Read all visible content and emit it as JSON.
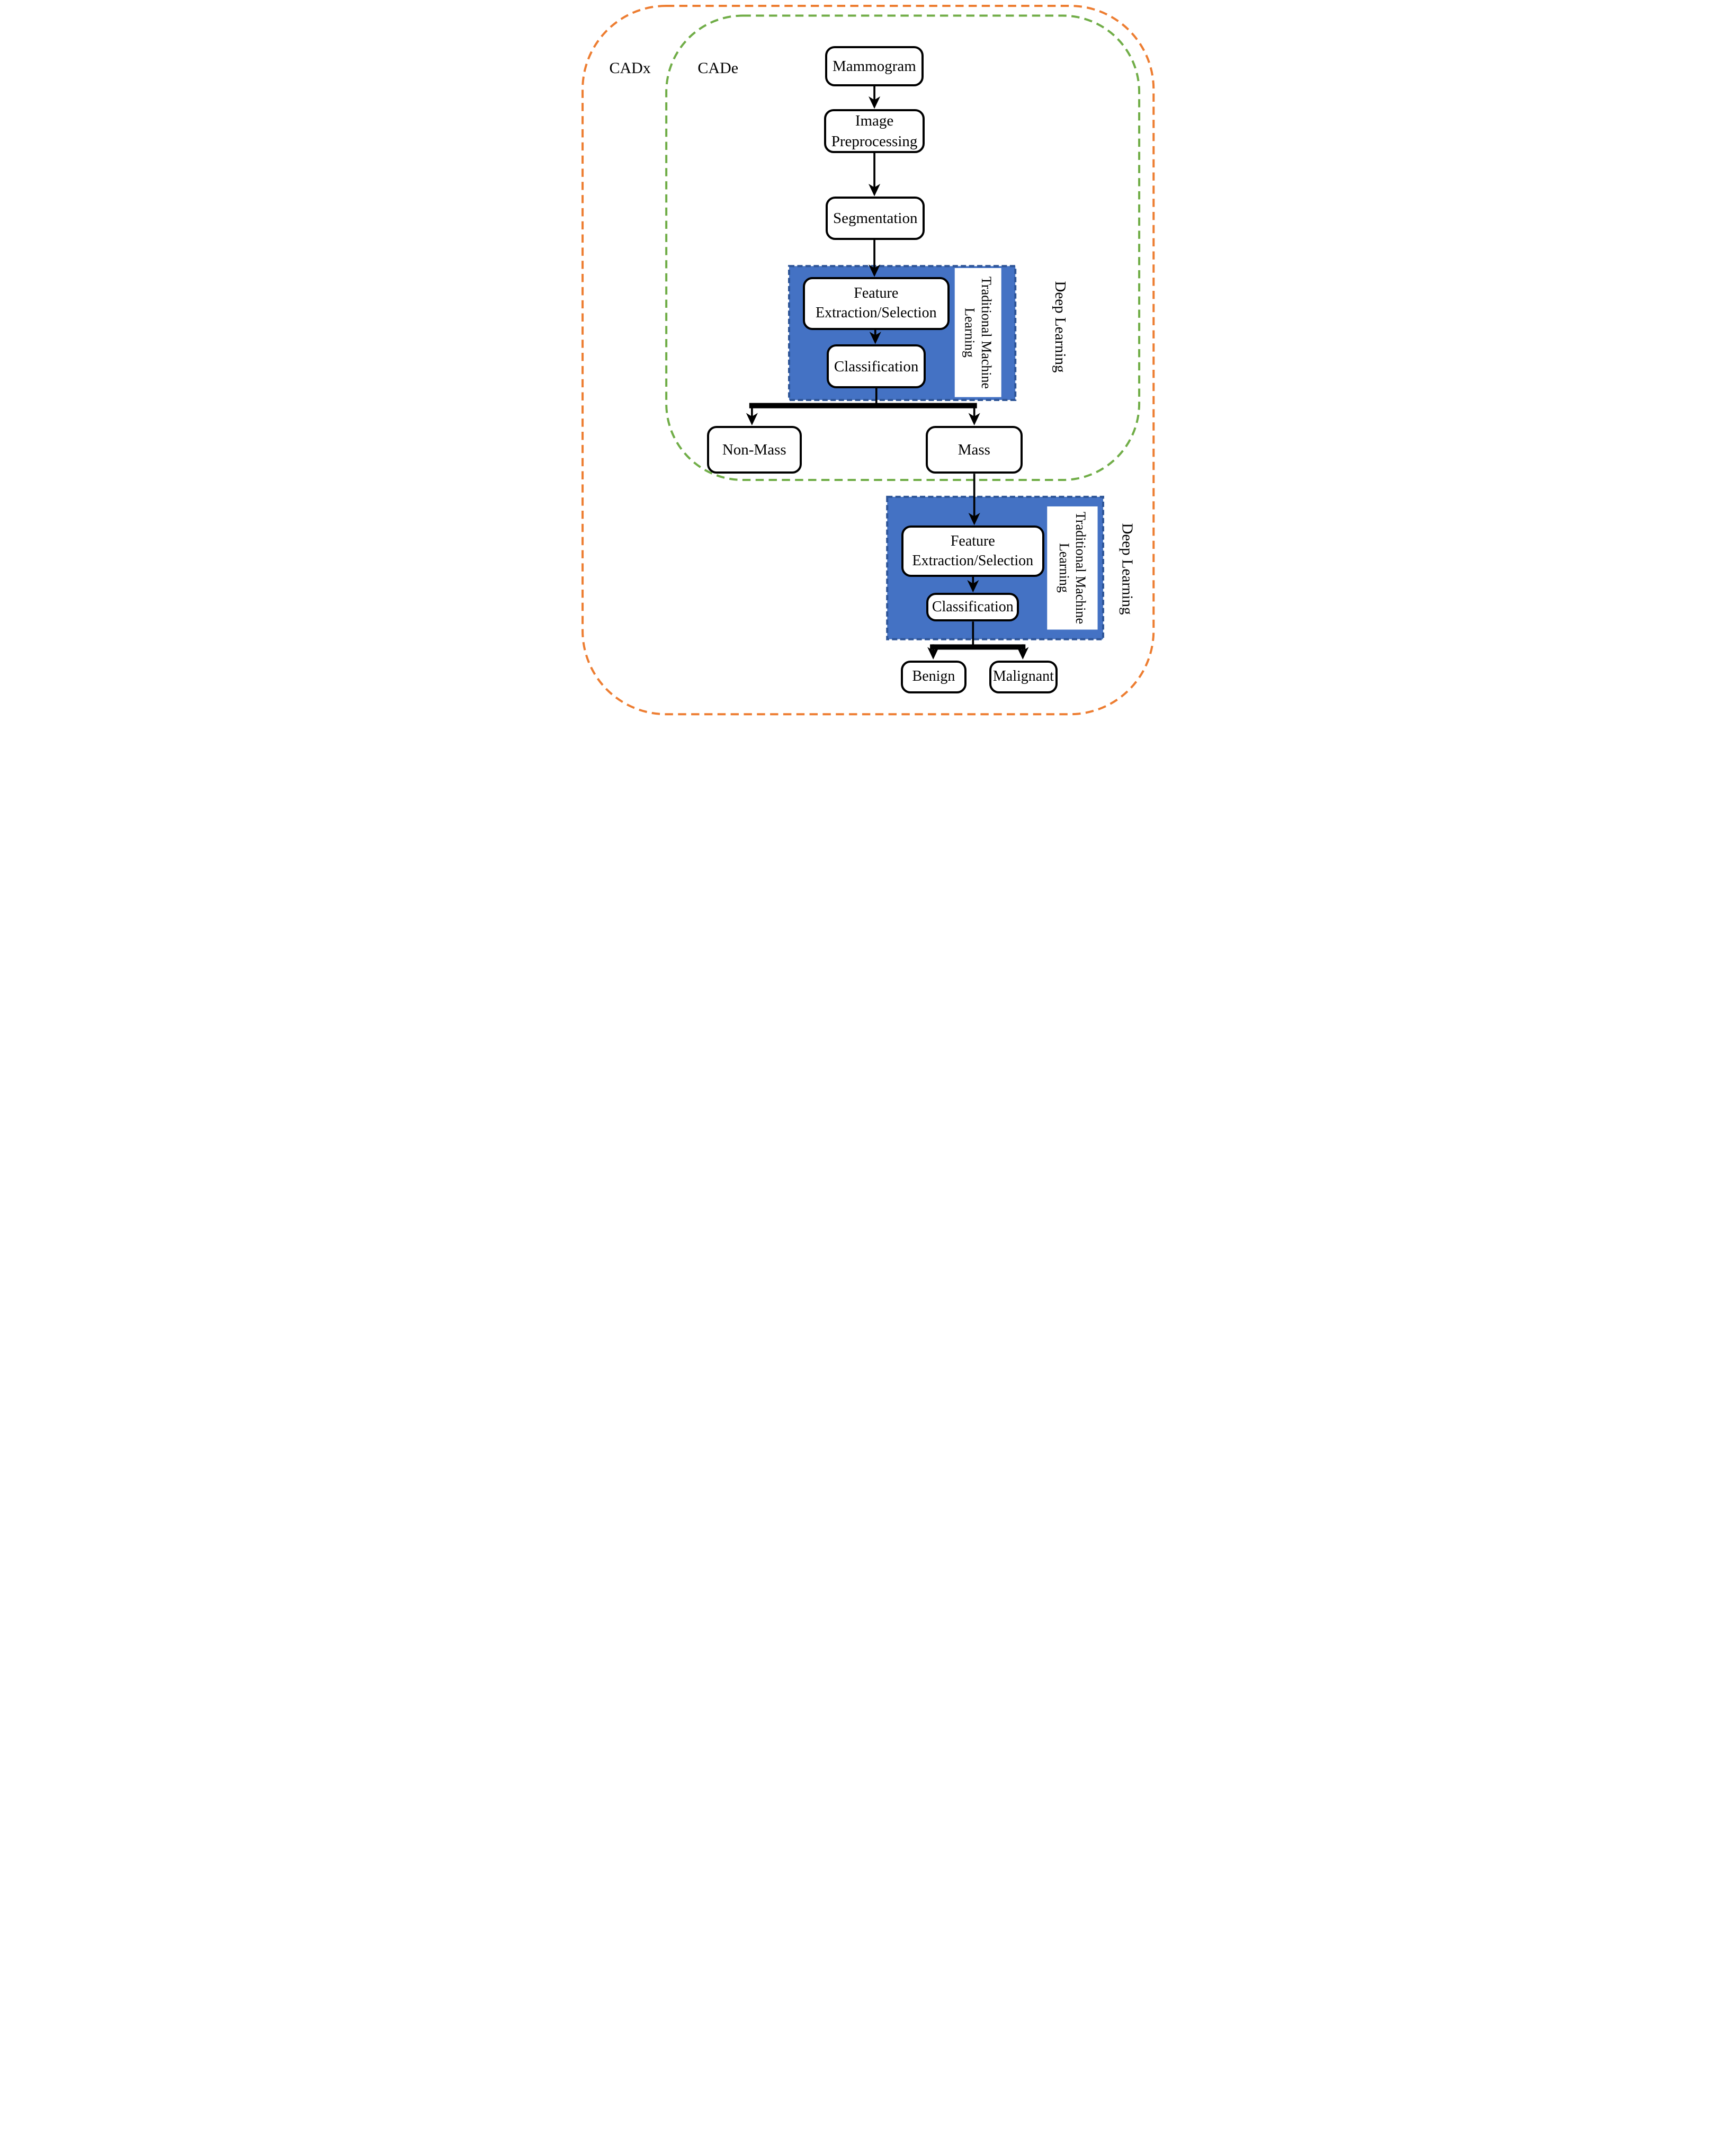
{
  "regions": {
    "cadx": {
      "label": "CADx",
      "color": "#ED7D31"
    },
    "cade": {
      "label": "CADe",
      "color": "#70AD47"
    }
  },
  "nodes": {
    "mammogram": "Mammogram",
    "image_preprocessing": {
      "line1": "Image",
      "line2": "Preprocessing"
    },
    "segmentation": "Segmentation",
    "feature_extraction_1": {
      "line1": "Feature",
      "line2": "Extraction/Selection"
    },
    "classification_1": "Classification",
    "non_mass": "Non-Mass",
    "mass": "Mass",
    "feature_extraction_2": {
      "line1": "Feature",
      "line2": "Extraction/Selection"
    },
    "classification_2": "Classification",
    "benign": "Benign",
    "malignant": "Malignant"
  },
  "ml_groups": {
    "fill": "#4472C4",
    "border": "#2E5597",
    "detection": {
      "traditional_line1": "Traditional Machine",
      "traditional_line2": "Learning",
      "deep_label": "Deep Learning"
    },
    "diagnosis": {
      "traditional_line1": "Traditional Machine",
      "traditional_line2": "Learning",
      "deep_label": "Deep Learning"
    }
  }
}
